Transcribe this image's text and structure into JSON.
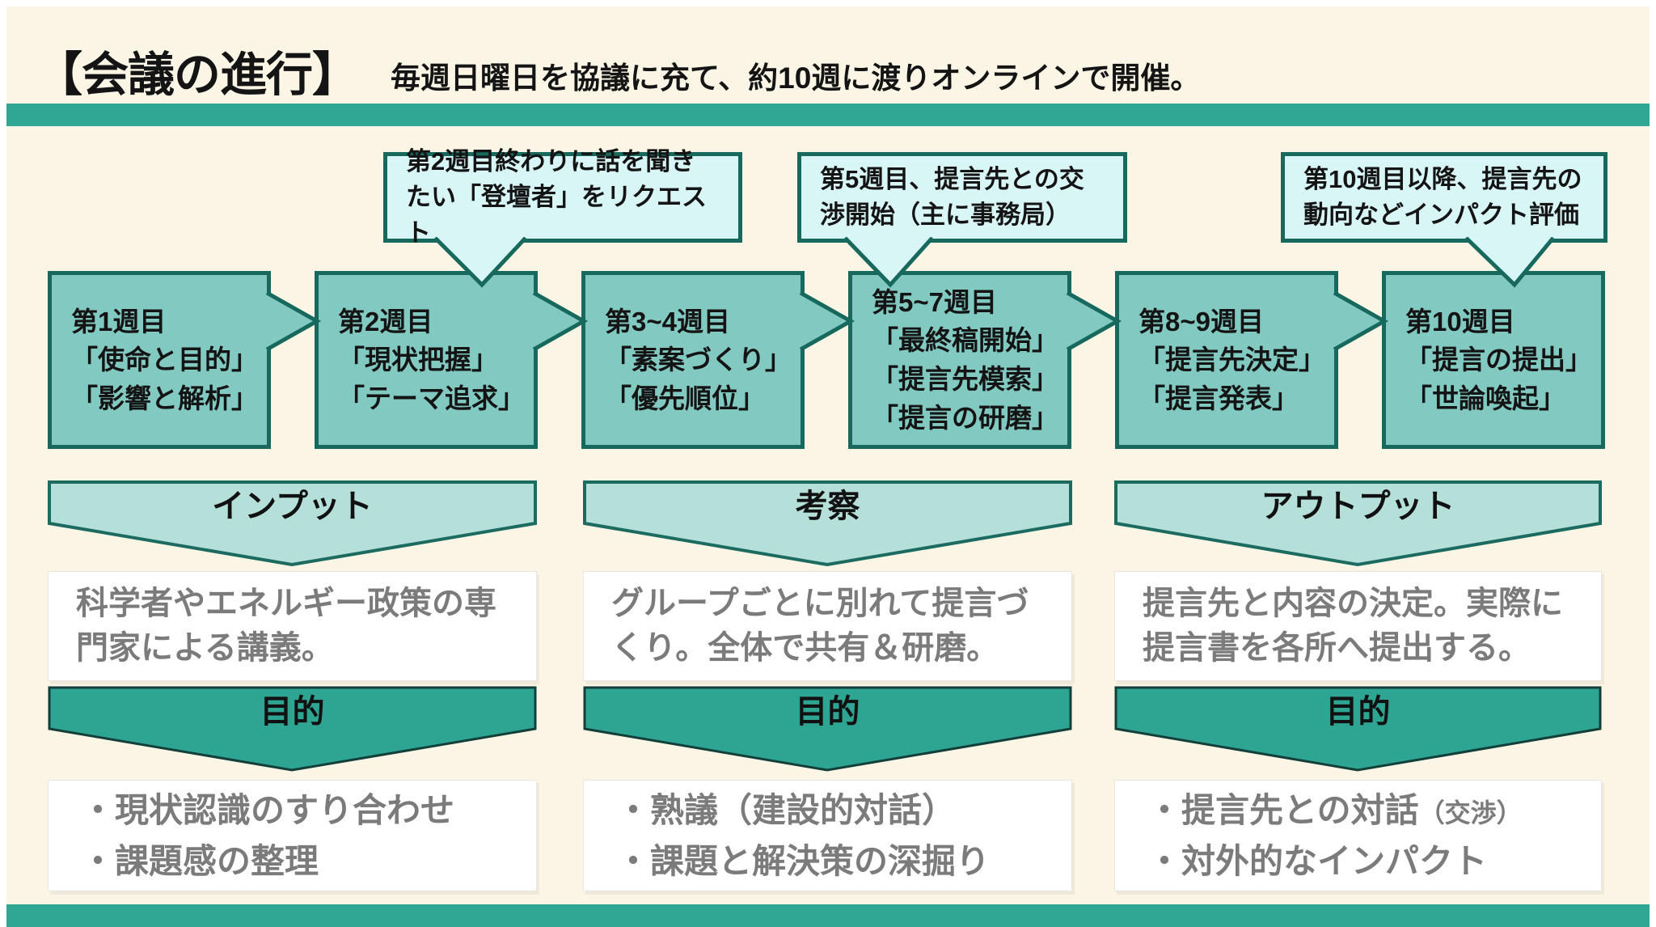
{
  "header": {
    "title": "【会議の進行】",
    "subtitle": "毎週日曜日を協議に充て、約10週に渡りオンラインで開催。"
  },
  "callouts": [
    {
      "text": "第2週目終わりに話を聞きたい「登壇者」をリクエスト"
    },
    {
      "text": "第5週目、提言先との交渉開始（主に事務局）"
    },
    {
      "text": "第10週目以降、提言先の動向などインパクト評価"
    }
  ],
  "timeline": [
    {
      "week": "第1週目",
      "topics": [
        "「使命と目的」",
        "「影響と解析」"
      ]
    },
    {
      "week": "第2週目",
      "topics": [
        "「現状把握」",
        "「テーマ追求」"
      ]
    },
    {
      "week": "第3~4週目",
      "topics": [
        "「素案づくり」",
        "「優先順位」"
      ]
    },
    {
      "week": "第5~7週目",
      "topics": [
        "「最終稿開始」",
        "「提言先模索」",
        "「提言の研磨」"
      ]
    },
    {
      "week": "第8~9週目",
      "topics": [
        "「提言先決定」",
        "「提言発表」"
      ]
    },
    {
      "week": "第10週目",
      "topics": [
        "「提言の提出」",
        "「世論喚起」"
      ]
    }
  ],
  "phases": [
    {
      "banner": "インプット",
      "description": "科学者やエネルギー政策の専門家による講義。",
      "purpose_banner": "目的",
      "purposes": [
        {
          "text": "・現状認識のすり合わせ"
        },
        {
          "text": "・課題感の整理"
        }
      ]
    },
    {
      "banner": "考察",
      "description": "グループごとに別れて提言づくり。全体で共有＆研磨。",
      "purpose_banner": "目的",
      "purposes": [
        {
          "text": "・熟議（建設的対話）"
        },
        {
          "text": "・課題と解決策の深掘り"
        }
      ]
    },
    {
      "banner": "アウトプット",
      "description": "提言先と内容の決定。実際に提言書を各所へ提出する。",
      "purpose_banner": "目的",
      "purposes": [
        {
          "text": "・提言先との対話",
          "suffix_small": "（交渉）"
        },
        {
          "text": "・対外的なインパクト"
        }
      ]
    }
  ],
  "colors": {
    "background_cream": "#FAF5E5",
    "divider_teal": "#2EA795",
    "timeline_box_fill": "#81C9C1",
    "timeline_box_border": "#17685D",
    "callout_fill": "#D9F6F7",
    "callout_border": "#17685D",
    "phase_banner_fill": "#B5DFD9",
    "phase_banner_border": "#1C6B60",
    "purpose_banner_fill": "#2EA493",
    "purpose_banner_border": "#123F39",
    "body_text_gray": "#7B7B7B",
    "text_black": "#141414"
  }
}
